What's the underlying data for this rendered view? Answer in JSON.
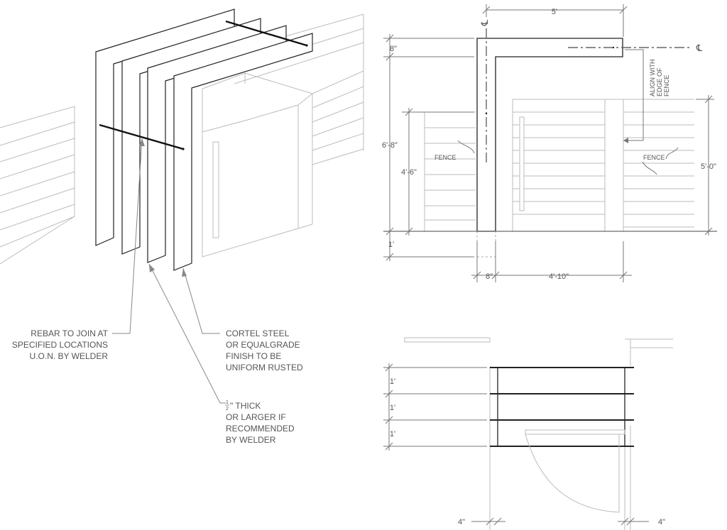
{
  "isometric_notes": {
    "rebar": [
      "REBAR TO JOIN AT",
      "SPECIFIED LOCATIONS",
      "U.O.N. BY WELDER"
    ],
    "steel": [
      "CORTEL STEEL",
      "OR EQUALGRADE",
      "FINISH TO BE",
      "UNIFORM RUSTED"
    ],
    "thickness_frac_num": "1",
    "thickness_frac_den": "2",
    "thickness": [
      "\" THICK",
      "OR LARGER IF",
      "RECOMMENDED",
      " BY WELDER"
    ]
  },
  "elevation": {
    "centerline_symbol": "℄",
    "dim_top": "5'",
    "dim_8_top": "8\"",
    "dim_6_8": "6'-8\"",
    "dim_4_6": "4'-6\"",
    "dim_5_0": "5'-0\"",
    "dim_1": "1'",
    "dim_8_bottom": "8\"",
    "dim_4_10": "4'-10\"",
    "fence_left": "FENCE",
    "fence_right": "FENCE",
    "align_note": [
      "ALIGN WITH",
      "EDGE OF",
      "FENCE"
    ]
  },
  "plan": {
    "dims_left": [
      "1'",
      "1'",
      "1'"
    ],
    "dim_bottom_left": "4\"",
    "dim_bottom_right": "4\""
  }
}
